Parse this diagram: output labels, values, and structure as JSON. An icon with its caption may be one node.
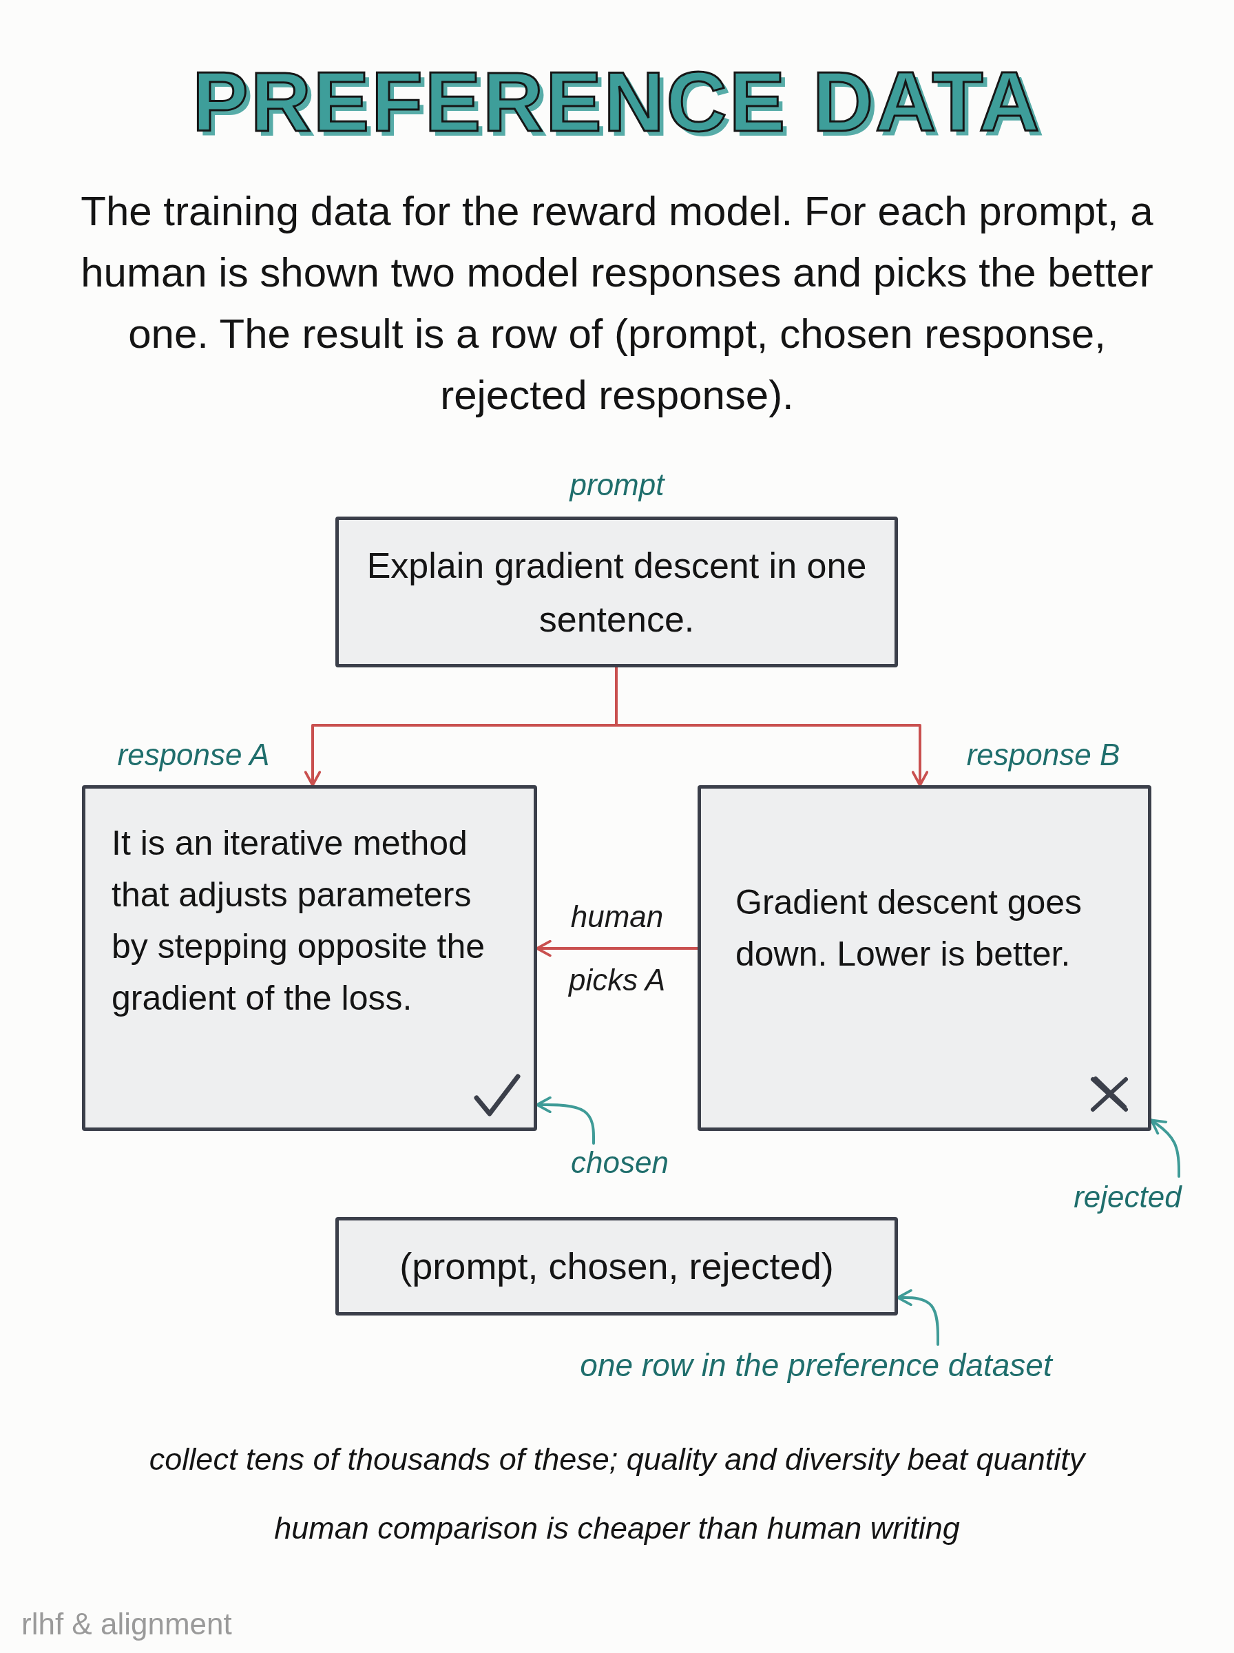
{
  "diagram": {
    "title": "PREFERENCE DATA",
    "nodes": [
      {
        "text": [
          "Explain gradient descent in one sentence."
        ],
        "beside": [
          "prompt"
        ]
      },
      {
        "text": [
          "It is an iterative method that adjusts parameters by stepping opposite the gradient of the loss."
        ],
        "beside": [
          "response A"
        ]
      },
      {
        "text": [
          "Gradient descent goes down. Lower is better."
        ],
        "beside": [
          "response B"
        ]
      },
      {
        "text": [
          "(prompt, chosen, rejected)"
        ]
      },
      {
        "text": [
          "chosen"
        ]
      },
      {
        "text": [
          "rejected"
        ]
      },
      {
        "text": [
          "one row in the preference dataset"
        ]
      }
    ],
    "edges": [
      {
        "from": 0,
        "to": 1,
        "arrow": "to"
      },
      {
        "from": 0,
        "to": 2,
        "arrow": "to"
      },
      {
        "from": 2,
        "to": 1,
        "arrow": "to",
        "label": "human picks A"
      },
      {
        "from": 4,
        "to": 1,
        "arrow": "to",
        "color": "#3f9b97"
      },
      {
        "from": 5,
        "to": 2,
        "arrow": "to",
        "color": "#3f9b97"
      },
      {
        "from": 6,
        "to": 3,
        "arrow": "to",
        "color": "#3f9b97"
      }
    ],
    "labels": [
      "The training data for the reward model. For each prompt, a human is shown two model responses and picks the better one. The result is a row of (prompt, chosen response, rejected response).",
      "collect tens of thousands of these; quality and diversity beat quantity",
      "human comparison is cheaper than human writing",
      "rlhf & alignment"
    ]
  }
}
